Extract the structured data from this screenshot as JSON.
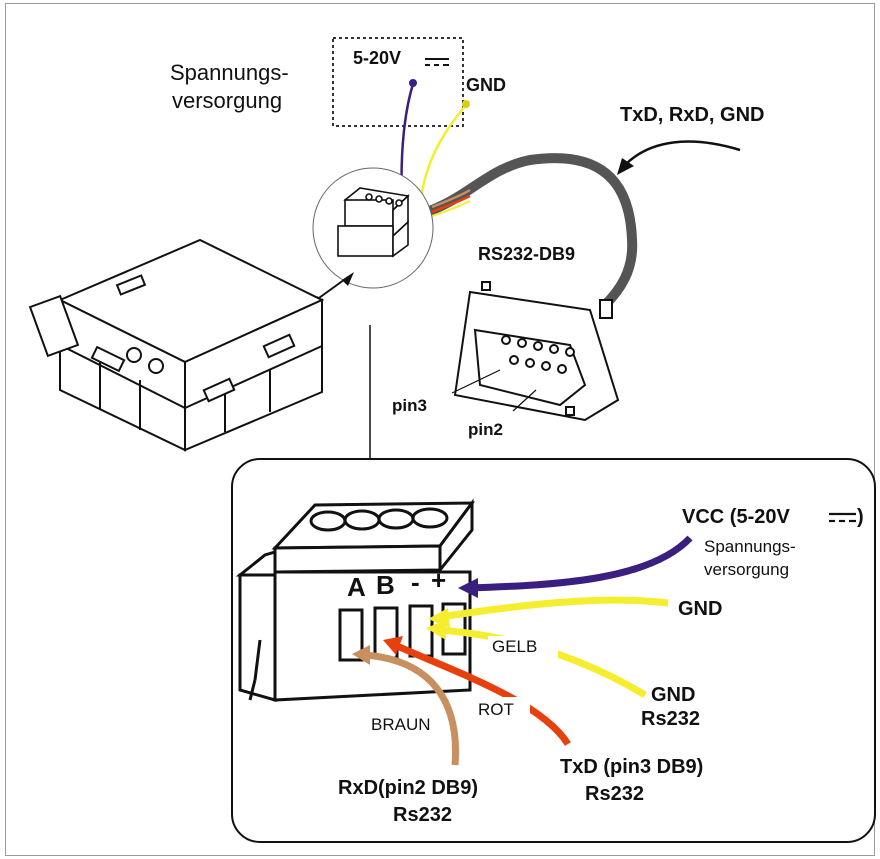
{
  "power_box": {
    "voltage": "5-20V",
    "gnd": "GND",
    "caption_line1": "Spannungs-",
    "caption_line2": "versorgung"
  },
  "serial": {
    "signals": "TxD, RxD, GND",
    "connector": "RS232-DB9",
    "pin3": "pin3",
    "pin2": "pin2"
  },
  "detail": {
    "terminal_marks": [
      "A",
      "B",
      "-",
      "+"
    ],
    "vcc": "VCC (5-20V",
    "vcc_sub_line1": "Spannungs-",
    "vcc_sub_line2": "versorgung",
    "gnd": "GND",
    "gelb": "GELB",
    "gnd_rs_line1": "GND",
    "gnd_rs_line2": "Rs232",
    "rot": "ROT",
    "braun": "BRAUN",
    "txd_line1": "TxD (pin3 DB9)",
    "txd_line2": "Rs232",
    "rxd_line1": "RxD(pin2 DB9)",
    "rxd_line2": "Rs232"
  },
  "colors": {
    "purple": "#3b1f80",
    "yellow": "#f4ee2e",
    "red": "#e8400d",
    "brown": "#c89060",
    "cable": "#555555"
  }
}
